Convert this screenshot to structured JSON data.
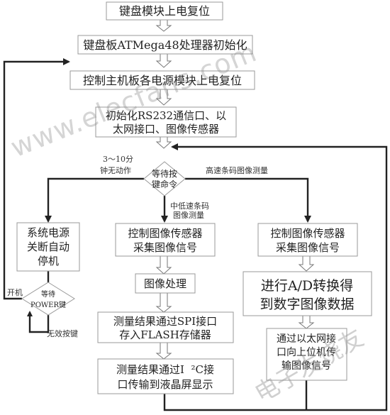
{
  "nodes": {
    "keyboard_reset": "键盘模块上电复位",
    "atmega_init": "键盘板ATMega48处理器初始化",
    "main_power_reset": "控制主机板各电源模块上电复位",
    "init_line1": "初始化RS232通信口、以",
    "init_line2": "太网接口、图像传感器",
    "wait_cmd_line1": "等待按",
    "wait_cmd_line2": "键命令",
    "auto_off_line1": "系统电源",
    "auto_off_line2": "关断自动",
    "auto_off_line3": "停机",
    "wait_power_line1": "等待",
    "wait_power_line2": "POWER键",
    "mid_capture_line1": "控制图像传感器",
    "mid_capture_line2": "采集图像信号",
    "image_processing": "图像处理",
    "spi_store_line1": "测量结果通过SPI接口",
    "spi_store_line2": "存入FLASH存储器",
    "i2c_display_line1": "测量结果通过I  ²C接",
    "i2c_display_line2": "口传输到液晶屏显示",
    "high_capture_line1": "控制图像传感器",
    "high_capture_line2": "采集图像信号",
    "ad_convert_line1": "进行A/D转换得",
    "ad_convert_line2": "到数字图像数据",
    "eth_upload_line1": "通过以太网接",
    "eth_upload_line2": "口向上位机传",
    "eth_upload_line3": "输图像信号"
  },
  "edge_labels": {
    "idle_timeout_line1": "3～10分",
    "idle_timeout_line2": "钟无动作",
    "high_speed": "高速条码图像测量",
    "mid_low_line1": "中低速条码",
    "mid_low_line2": "图像测量",
    "power_on": "开机",
    "invalid_key": "无效按键"
  },
  "watermarks": {
    "site": "www.elecfans.com",
    "brand": "电子发烧友"
  }
}
